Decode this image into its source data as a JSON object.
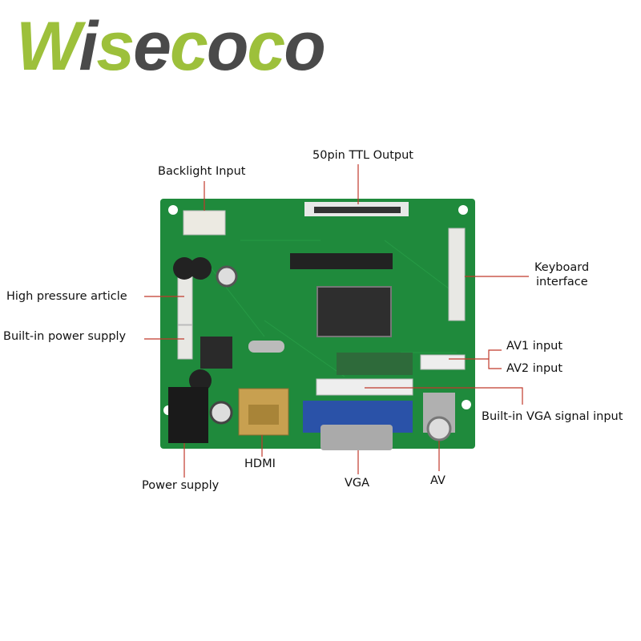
{
  "logo": {
    "text": "Wisecoco",
    "parts": [
      "W",
      "i",
      "s",
      "e",
      "c",
      "o",
      "c",
      "o"
    ],
    "colors": {
      "green": "#9dc03b",
      "gray": "#4a4a4a"
    }
  },
  "labels": {
    "backlight": "Backlight Input",
    "ttl": "50pin TTL Output",
    "keyboard_1": "Keyboard",
    "keyboard_2": "interface",
    "high_pressure": "High pressure article",
    "power_builtin": "Built-in power supply",
    "av1": "AV1 input",
    "av2": "AV2 input",
    "vga_builtin": "Built-in VGA signal input",
    "power_supply": "Power supply",
    "hdmi": "HDMI",
    "vga": "VGA",
    "av": "AV"
  },
  "colors": {
    "pcb": "#1f8a3c",
    "line": "#c0392b",
    "vga_blue": "#2a52a8",
    "hdmi_gold": "#c8a050"
  }
}
